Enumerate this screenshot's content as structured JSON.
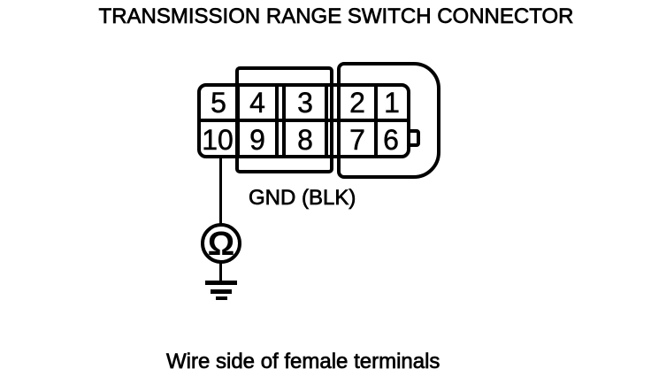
{
  "title": "TRANSMISSION RANGE SWITCH CONNECTOR",
  "connector": {
    "pins_top": [
      "5",
      "4",
      "3",
      "2",
      "1"
    ],
    "pins_bottom": [
      "10",
      "9",
      "8",
      "7",
      "6"
    ]
  },
  "wire_label": "GND (BLK)",
  "meter": {
    "symbol": "Ω",
    "kind": "ohmmeter"
  },
  "caption": "Wire side of female terminals",
  "colors": {
    "line": "#000000",
    "background": "#ffffff"
  }
}
